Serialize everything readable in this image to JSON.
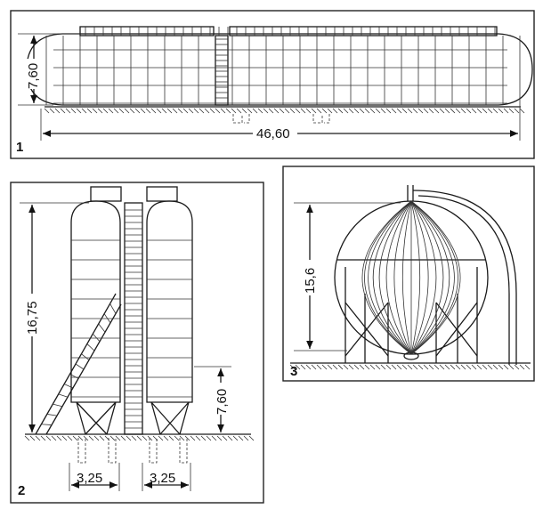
{
  "panels": [
    {
      "number": "1",
      "dimensions": {
        "height": "7,60",
        "length": "46,60"
      }
    },
    {
      "number": "2",
      "dimensions": {
        "height": "16,75",
        "support_height": "7,60",
        "base_left": "3,25",
        "base_right": "3,25"
      }
    },
    {
      "number": "3",
      "dimensions": {
        "height": "15,6"
      }
    }
  ]
}
